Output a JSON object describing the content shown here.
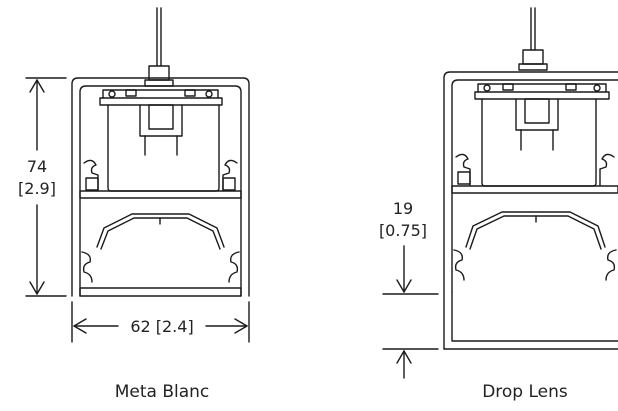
{
  "left_profile": {
    "caption": "Meta Blanc",
    "height_mm": "74",
    "height_in": "[2.9]",
    "width_label": "62 [2.4]"
  },
  "right_profile": {
    "caption": "Drop Lens",
    "drop_mm": "19",
    "drop_in": "[0.75]"
  },
  "colors": {
    "line": "#1a1a1a",
    "background": "#ffffff"
  }
}
